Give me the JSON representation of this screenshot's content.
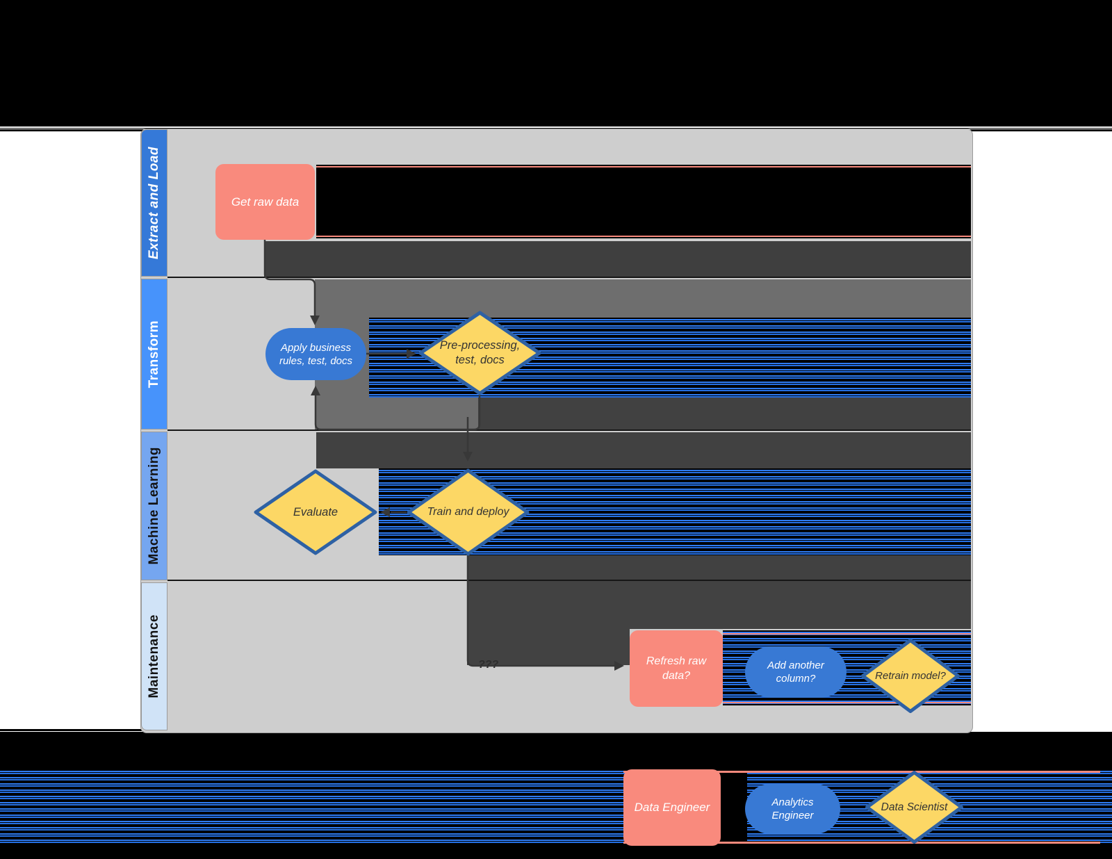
{
  "diagram": {
    "title_semantic": "ML pipeline swimlane flowchart",
    "lanes": [
      {
        "label": "Extract and Load"
      },
      {
        "label": "Transform"
      },
      {
        "label": "Machine Learning"
      },
      {
        "label": "Maintenance"
      }
    ],
    "nodes": {
      "get_raw_data": {
        "label": "Get raw data",
        "shape": "rounded-rectangle"
      },
      "apply_business_rules": {
        "label": "Apply business rules, test, docs",
        "shape": "stadium"
      },
      "pre_processing": {
        "label": "Pre-processing, test, docs",
        "shape": "diamond"
      },
      "evaluate": {
        "label": "Evaluate",
        "shape": "diamond"
      },
      "train_and_deploy": {
        "label": "Train and deploy",
        "shape": "diamond"
      },
      "refresh_raw_data": {
        "label": "Refresh raw data?",
        "shape": "rounded-rectangle"
      },
      "add_another_column": {
        "label": "Add another column?",
        "shape": "stadium"
      },
      "retrain_model": {
        "label": "Retrain model?",
        "shape": "diamond"
      }
    },
    "edges": {
      "train_to_refresh_label": "???"
    },
    "legend": {
      "data_engineer": {
        "label": "Data Engineer",
        "shape": "rounded-rectangle"
      },
      "analytics_engineer": {
        "label": "Analytics Engineer",
        "shape": "stadium"
      },
      "data_scientist": {
        "label": "Data Scientist",
        "shape": "diamond"
      }
    },
    "colors": {
      "data_engineer_fill": "#F98A7D",
      "analytics_engineer_fill": "#3879D4",
      "data_scientist_fill": "#FCD765",
      "decision_border": "#2E61A4",
      "lane_header_1": "#3579D8",
      "lane_header_2": "#4793FB",
      "lane_header_3": "#75A6F0",
      "lane_header_4": "#D0E3F7",
      "canvas": "#CECECE",
      "arrow": "#383838",
      "glitch_blue": "#2E7BF2"
    }
  }
}
